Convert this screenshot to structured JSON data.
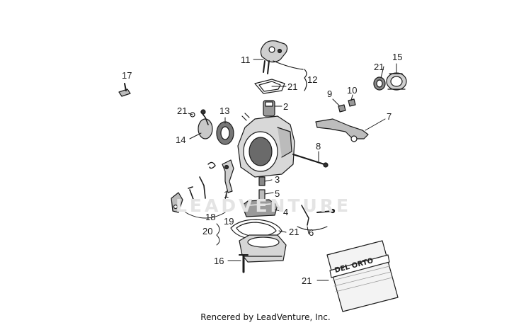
{
  "watermark": "LEADVENTURE",
  "credit": "Rencered by LeadVenture, Inc.",
  "bag_brand": "DEL ORTO",
  "colors": {
    "line": "#1a1a1a",
    "background": "#ffffff",
    "watermark": "#e4e4e4"
  },
  "callouts": [
    {
      "id": "11",
      "text": "11"
    },
    {
      "id": "12",
      "text": "12"
    },
    {
      "id": "21a",
      "text": "21"
    },
    {
      "id": "2",
      "text": "2"
    },
    {
      "id": "17",
      "text": "17"
    },
    {
      "id": "21b",
      "text": "21"
    },
    {
      "id": "13",
      "text": "13"
    },
    {
      "id": "14",
      "text": "14"
    },
    {
      "id": "21c",
      "text": "21"
    },
    {
      "id": "15",
      "text": "15"
    },
    {
      "id": "9",
      "text": "9"
    },
    {
      "id": "10",
      "text": "10"
    },
    {
      "id": "7",
      "text": "7"
    },
    {
      "id": "8",
      "text": "8"
    },
    {
      "id": "3",
      "text": "3"
    },
    {
      "id": "5",
      "text": "5"
    },
    {
      "id": "1",
      "text": "1"
    },
    {
      "id": "4",
      "text": "4"
    },
    {
      "id": "18",
      "text": "18"
    },
    {
      "id": "19",
      "text": "19"
    },
    {
      "id": "20",
      "text": "20"
    },
    {
      "id": "21d",
      "text": "21"
    },
    {
      "id": "6",
      "text": "6"
    },
    {
      "id": "16",
      "text": "16"
    },
    {
      "id": "21e",
      "text": "21"
    }
  ]
}
